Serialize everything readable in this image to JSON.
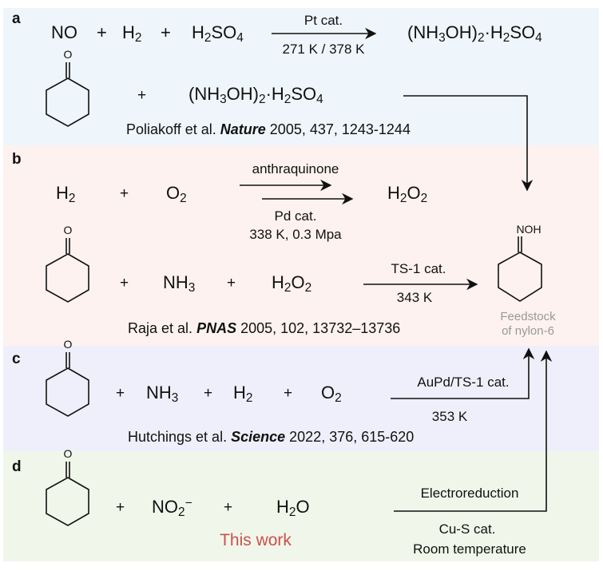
{
  "panels": {
    "a": {
      "label": "a",
      "reactants": [
        "NO",
        "+",
        "H",
        "2",
        "+",
        "H",
        "2",
        "SO",
        "4"
      ],
      "arrow_top": "Pt cat.",
      "arrow_bottom": "271 K / 378 K",
      "product": {
        "p1": "(NH",
        "s1": "3",
        "p2": "OH)",
        "s2": "2",
        "p3": "·H",
        "s3": "2",
        "p4": "SO",
        "s4": "4"
      },
      "ketone_o": "O",
      "plus": "+",
      "citation": {
        "authors": "Poliakoff et al.",
        "journal": "Nature",
        "rest": "2005, 437, 1243-1244"
      }
    },
    "b": {
      "label": "b",
      "h2": "H",
      "h2_sub": "2",
      "plus": "+",
      "o2": "O",
      "o2_sub": "2",
      "arrow1_top": "anthraquinone",
      "arrow2_bottom1": "Pd cat.",
      "arrow2_bottom2": "338 K, 0.3 Mpa",
      "h2o2": {
        "a": "H",
        "b": "2",
        "c": "O",
        "d": "2"
      },
      "ketone_o": "O",
      "nh3": "NH",
      "nh3_sub": "3",
      "ts1_top": "TS-1 cat.",
      "ts1_bottom": "343 K",
      "product_group": "NOH",
      "product_note1": "Feedstock",
      "product_note2": "of nylon-6",
      "citation": {
        "authors": "Raja et al.",
        "journal": "PNAS",
        "rest": "2005, 102, 13732–13736"
      }
    },
    "c": {
      "label": "c",
      "ketone_o": "O",
      "plus": "+",
      "nh3": "NH",
      "nh3_sub": "3",
      "h2": "H",
      "h2_sub": "2",
      "o2": "O",
      "o2_sub": "2",
      "arrow_top": "AuPd/TS-1 cat.",
      "arrow_bottom": "353 K",
      "citation": {
        "authors": "Hutchings et al.",
        "journal": "Science",
        "rest": "2022, 376, 615-620"
      }
    },
    "d": {
      "label": "d",
      "ketone_o": "O",
      "plus": "+",
      "no2": "NO",
      "no2_sub": "2",
      "no2_sup": "−",
      "h2o": "H",
      "h2o_sub": "2",
      "h2o_rest": "O",
      "this_work": "This work",
      "arrow_top": "Electroreduction",
      "arrow_bottom1": "Cu-S cat.",
      "arrow_bottom2": "Room temperature"
    }
  },
  "colors": {
    "a_bg": "#eef6fb",
    "b_bg": "#fdf2ef",
    "c_bg": "#efeffc",
    "d_bg": "#f1f6ea",
    "this_work": "#c9524c",
    "feedstock": "#999999"
  }
}
